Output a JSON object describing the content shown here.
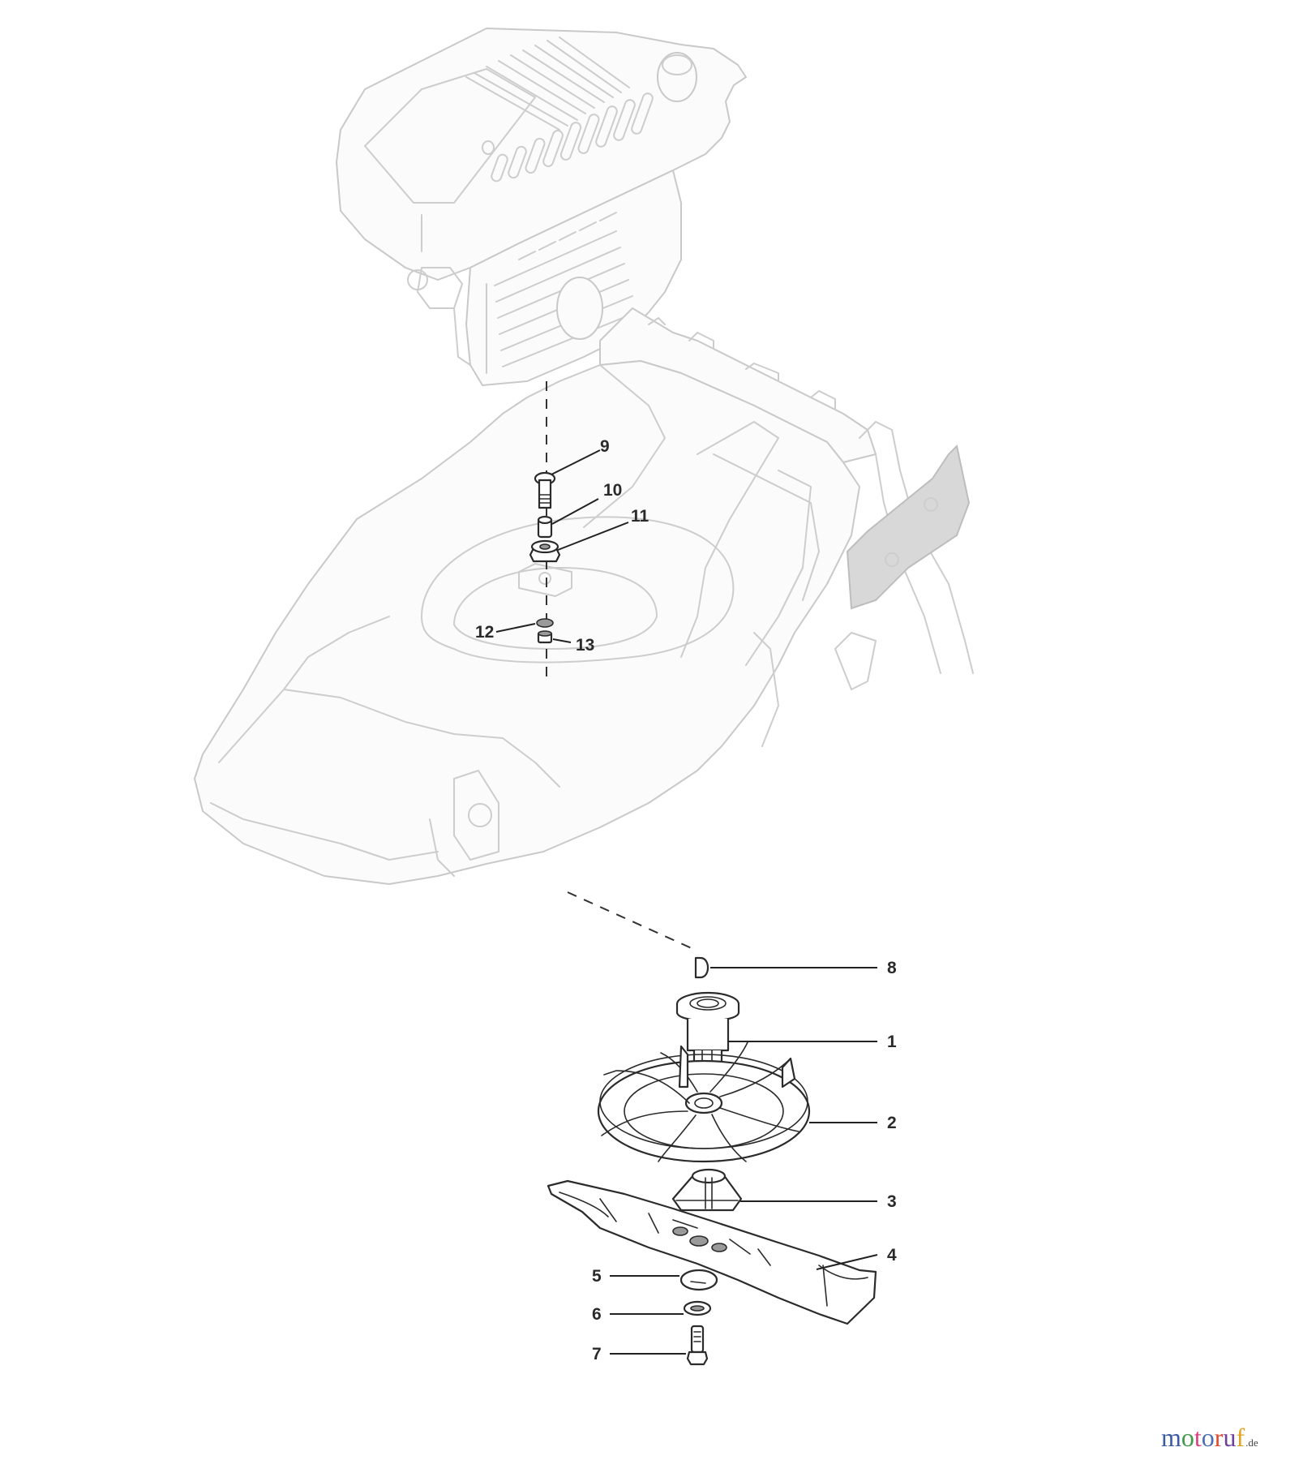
{
  "diagram": {
    "title": "Exploded parts diagram: lawn mower deck, engine mount and blade assembly",
    "colors": {
      "background": "#ffffff",
      "ghost_outline": "#c9c9c9",
      "part_outline": "#2b2b2b",
      "callout_text": "#2a2a2a"
    },
    "callouts": [
      {
        "id": "9",
        "label": "9",
        "part": "bolt"
      },
      {
        "id": "10",
        "label": "10",
        "part": "spacer-sleeve"
      },
      {
        "id": "11",
        "label": "11",
        "part": "flange-nut"
      },
      {
        "id": "12",
        "label": "12",
        "part": "washer"
      },
      {
        "id": "13",
        "label": "13",
        "part": "nut"
      },
      {
        "id": "8",
        "label": "8",
        "part": "woodruff-key"
      },
      {
        "id": "1",
        "label": "1",
        "part": "blade-adapter-hub"
      },
      {
        "id": "2",
        "label": "2",
        "part": "fan-impeller"
      },
      {
        "id": "3",
        "label": "3",
        "part": "blade-holder"
      },
      {
        "id": "4",
        "label": "4",
        "part": "mower-blade"
      },
      {
        "id": "5",
        "label": "5",
        "part": "cup-washer"
      },
      {
        "id": "6",
        "label": "6",
        "part": "spring-washer"
      },
      {
        "id": "7",
        "label": "7",
        "part": "blade-bolt"
      }
    ],
    "background_assemblies": [
      "engine",
      "mower-deck",
      "rear-handle-bracket"
    ]
  },
  "watermark": {
    "letters": [
      {
        "char": "m",
        "color": "#3b5aa8"
      },
      {
        "char": "o",
        "color": "#3f9a48"
      },
      {
        "char": "t",
        "color": "#d7417f"
      },
      {
        "char": "o",
        "color": "#4a6fb5"
      },
      {
        "char": "r",
        "color": "#e24a2f"
      },
      {
        "char": "u",
        "color": "#6f3f9c"
      },
      {
        "char": "f",
        "color": "#e3a322"
      }
    ],
    "tld": ".de"
  }
}
